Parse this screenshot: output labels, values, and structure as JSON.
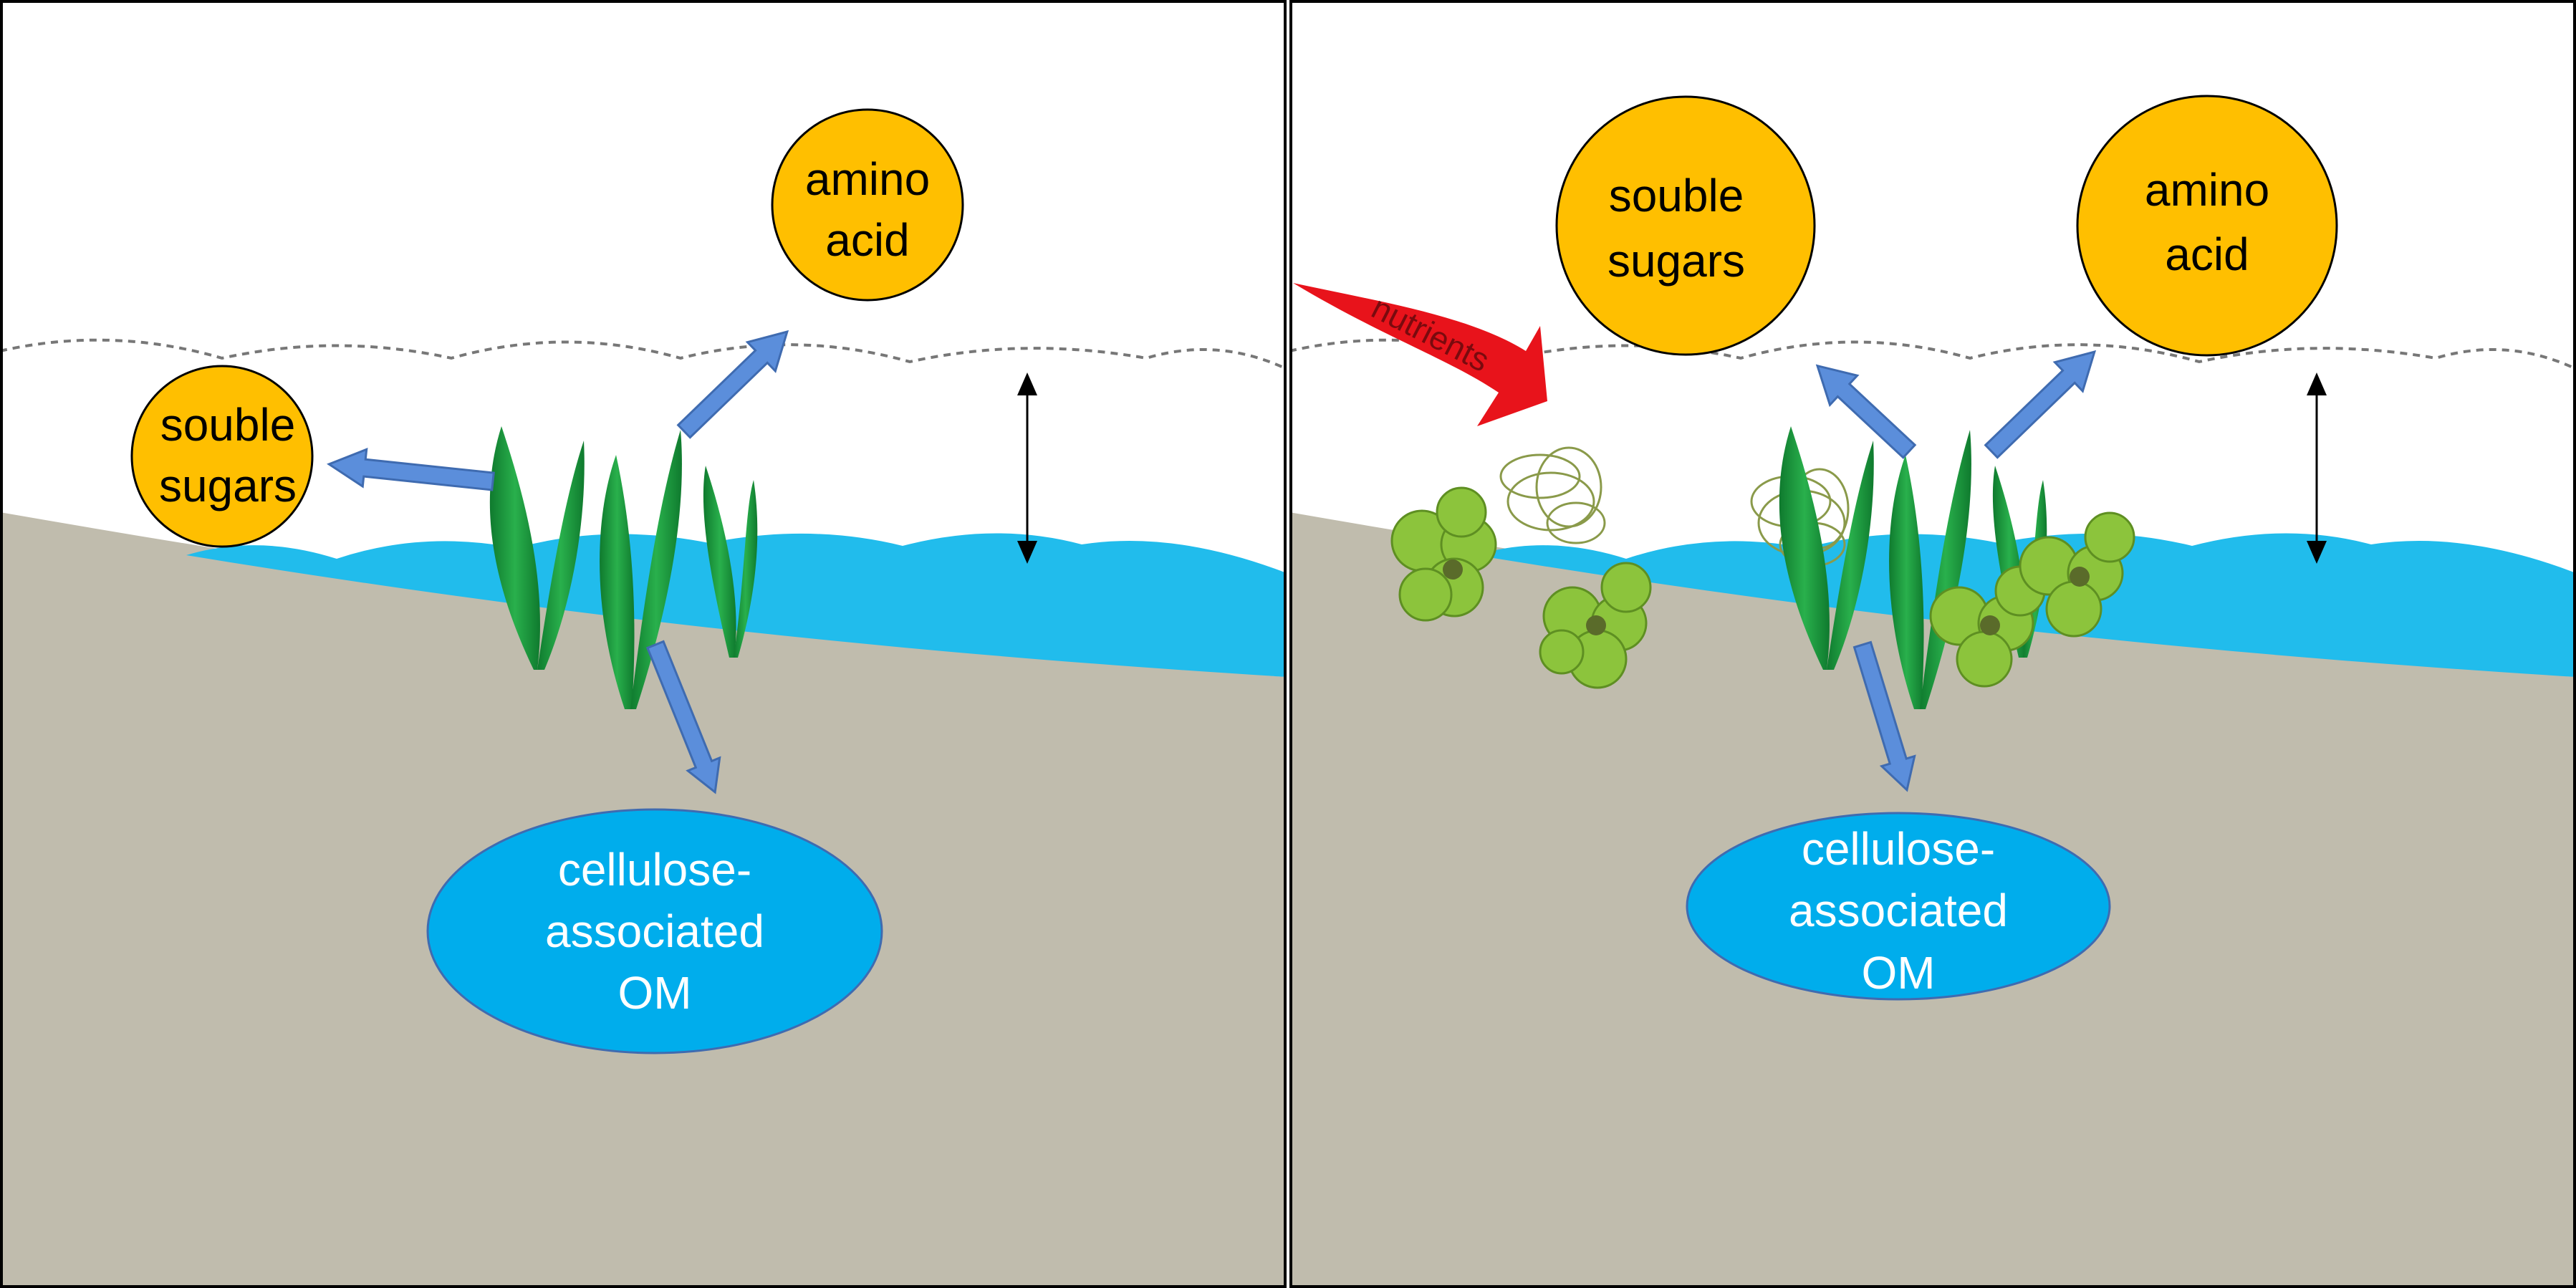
{
  "left_panel": {
    "bubble_amino": [
      "amino",
      "acid"
    ],
    "bubble_sugars": [
      "souble",
      "sugars"
    ],
    "pool_om": [
      "cellulose-",
      "associated",
      "OM"
    ]
  },
  "right_panel": {
    "bubble_sugars": [
      "souble",
      "sugars"
    ],
    "bubble_amino": [
      "amino",
      "acid"
    ],
    "pool_om": [
      "cellulose-",
      "associated",
      "OM"
    ],
    "input_label": "nutrients"
  },
  "colors": {
    "sediment": "#c0bcad",
    "water": "#21bcec",
    "bubble_fill": "#ffbf00",
    "om_fill": "#00adec",
    "arrow_blue": "#5b8edb",
    "arrow_red": "#e8131b",
    "seagrass": "#1e9e3e",
    "macroalgae": "#8cc43c"
  }
}
